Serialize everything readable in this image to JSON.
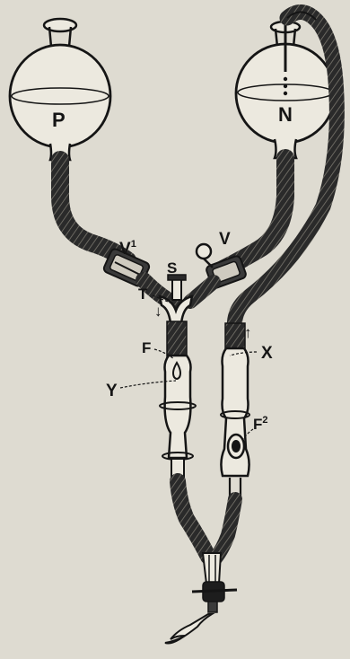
{
  "figure": {
    "flasks": {
      "left": "P",
      "right": "N"
    },
    "valves": {
      "left_prefix": "V",
      "left_superscript": "1",
      "right": "V"
    },
    "stopcock": "S",
    "t_junction": "T",
    "valve_chamber_left": "F",
    "valve_chamber_right_prefix": "F",
    "valve_chamber_right_superscript": "2",
    "right_tube": "X",
    "left_tube": "Y",
    "flow_arrows": {
      "left": "↓",
      "right": "↑"
    }
  },
  "colors": {
    "background": "#dedbd1",
    "ink": "#151515",
    "glass_fill": "#ece9df",
    "tube_dark": "#2a2a2a"
  }
}
